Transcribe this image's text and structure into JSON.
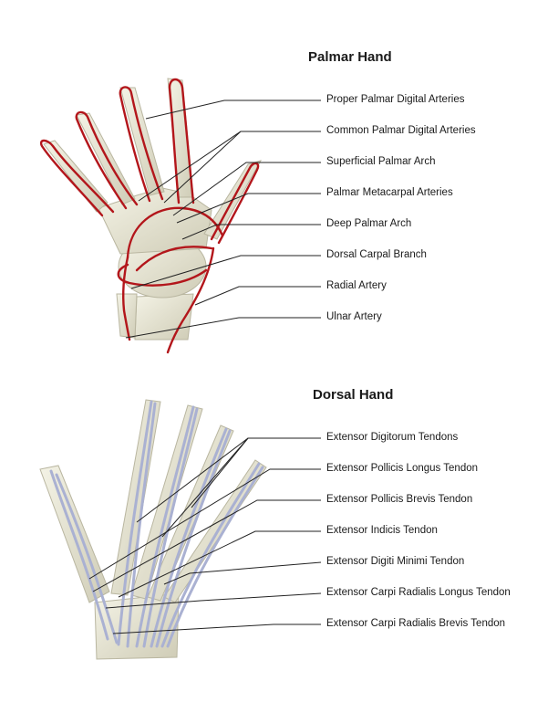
{
  "palmar": {
    "title": "Palmar Hand",
    "labels": [
      "Proper Palmar Digital Arteries",
      "Common Palmar Digital Arteries",
      "Superficial Palmar Arch",
      "Palmar Metacarpal Arteries",
      "Deep Palmar Arch",
      "Dorsal Carpal Branch",
      "Radial Artery",
      "Ulnar Artery"
    ]
  },
  "dorsal": {
    "title": "Dorsal Hand",
    "labels": [
      "Extensor Digitorum Tendons",
      "Extensor Pollicis Longus Tendon",
      "Extensor Pollicis Brevis Tendon",
      "Extensor Indicis Tendon",
      "Extensor Digiti Minimi Tendon",
      "Extensor Carpi Radialis Longus Tendon",
      "Extensor Carpi Radialis Brevis Tendon"
    ]
  },
  "colors": {
    "artery": "#b3161b",
    "tendon": "#aab1d2",
    "bone": "#e8e6d2",
    "bone_shadow": "#b9b6a0",
    "leader": "#222222"
  }
}
